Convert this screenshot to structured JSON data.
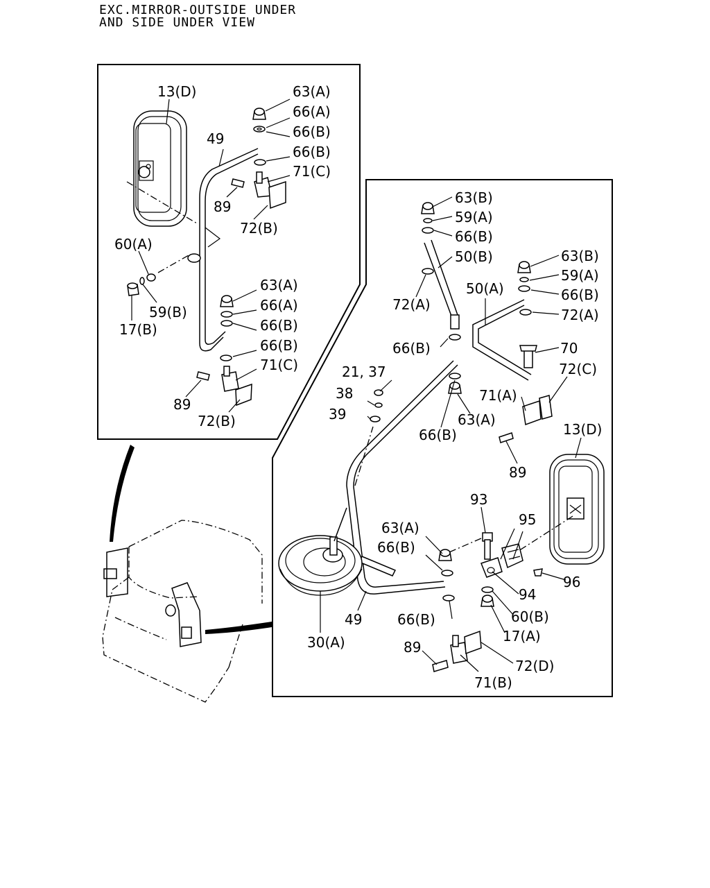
{
  "title": {
    "line1": "EXC.MIRROR-OUTSIDE UNDER",
    "line2": "AND SIDE UNDER VIEW"
  },
  "callouts": {
    "left_panel": [
      "13(D)",
      "63(A)",
      "66(A)",
      "66(B)",
      "49",
      "66(B)",
      "71(C)",
      "89",
      "72(B)",
      "60(A)",
      "59(B)",
      "17(B)",
      "63(A)",
      "66(A)",
      "66(B)",
      "66(B)",
      "71(C)",
      "89",
      "72(B)"
    ],
    "right_panel": [
      "63(B)",
      "59(A)",
      "66(B)",
      "50(B)",
      "63(B)",
      "59(A)",
      "66(B)",
      "72(A)",
      "50(A)",
      "72(A)",
      "66(B)",
      "70",
      "72(C)",
      "21, 37",
      "38",
      "39",
      "71(A)",
      "63(A)",
      "66(B)",
      "13(D)",
      "89",
      "93",
      "95",
      "63(A)",
      "66(B)",
      "96",
      "94",
      "60(B)",
      "17(A)",
      "49",
      "66(B)",
      "30(A)",
      "89",
      "72(D)",
      "71(B)"
    ]
  }
}
